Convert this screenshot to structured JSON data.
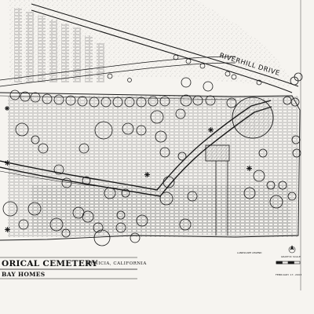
{
  "map": {
    "street_label": "RIVERHILL DRIVE",
    "title": "ORICAL CEMETERY",
    "subtitle": "BAY HOMES",
    "location": "BENICIA, CALIFORNIA",
    "scale_label": "GRAPHIC SCALE",
    "date": "FEBRUARY 17, 2003",
    "legend_note": "LANDSCAPE LEGEND"
  },
  "colors": {
    "paper": "#f6f4f0",
    "ink": "#1a1a1a",
    "road_fill": "#ffffff"
  }
}
